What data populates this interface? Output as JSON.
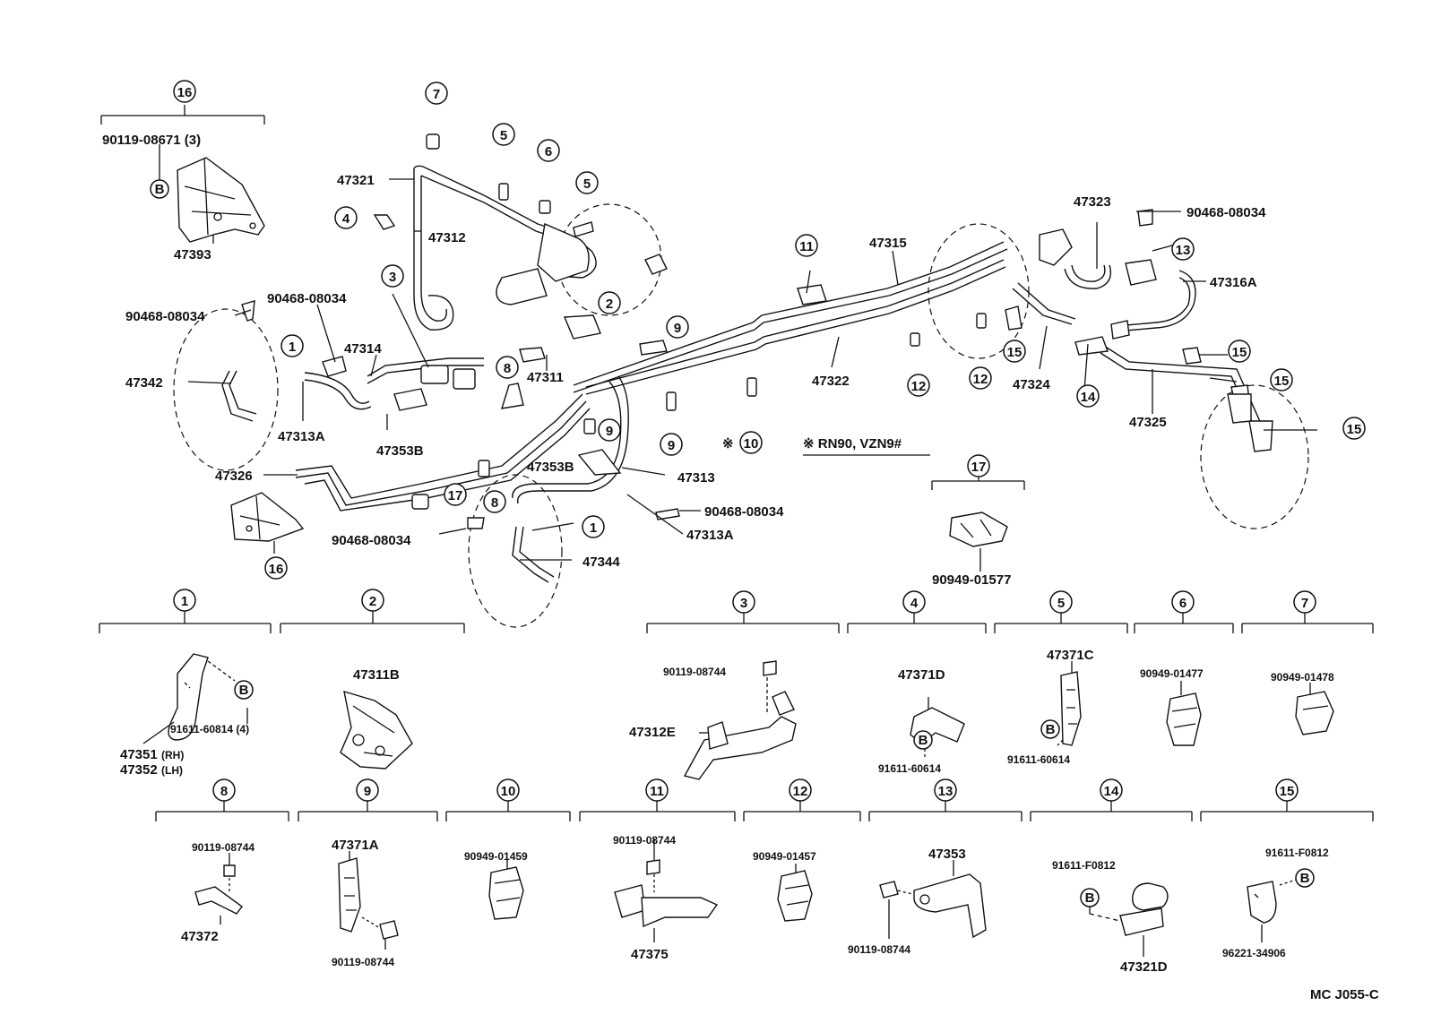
{
  "diagram_code": "MC  J055-C",
  "note": "※ RN90, VZN9#",
  "note_marker": "※",
  "callouts": [
    "1",
    "2",
    "3",
    "4",
    "5",
    "6",
    "7",
    "8",
    "9",
    "10",
    "11",
    "12",
    "13",
    "14",
    "15",
    "16",
    "17"
  ],
  "main_labels": {
    "p47321": "47321",
    "p47312": "47312",
    "p47393": "47393",
    "p90119_08671": "90119-08671 (3)",
    "p90468_a": "90468-08034",
    "p90468_b": "90468-08034",
    "p90468_c": "90468-08034",
    "p90468_d": "90468-08034",
    "p90468_e": "90468-08034",
    "p47342": "47342",
    "p47314": "47314",
    "p47313A_a": "47313A",
    "p47353B_a": "47353B",
    "p47311": "47311",
    "p47326": "47326",
    "p47353B_b": "47353B",
    "p47313": "47313",
    "p47313A_b": "47313A",
    "p47344": "47344",
    "p47315": "47315",
    "p47322": "47322",
    "p47323": "47323",
    "p47316A": "47316A",
    "p47324": "47324",
    "p47325": "47325",
    "p90949_01577": "90949-01577"
  },
  "group_labels": {
    "g1_a": "47351",
    "g1_a_side": "(RH)",
    "g1_b": "47352",
    "g1_b_side": "(LH)",
    "g1_bolt": "91611-60814 (4)",
    "g2": "47311B",
    "g3_bolt": "90119-08744",
    "g3_part": "47312E",
    "g4_part": "47371D",
    "g4_bolt": "91611-60614",
    "g5_part": "47371C",
    "g5_bolt": "91611-60614",
    "g6": "90949-01477",
    "g7": "90949-01478",
    "g8_bolt": "90119-08744",
    "g8_part": "47372",
    "g9_part": "47371A",
    "g9_bolt": "90119-08744",
    "g10": "90949-01459",
    "g11_bolt": "90119-08744",
    "g11_part": "47375",
    "g12": "90949-01457",
    "g13_part": "47353",
    "g13_bolt": "90119-08744",
    "g14_bolt": "91611-F0812",
    "g14_part": "47321D",
    "g15_bolt": "91611-F0812",
    "g15_part": "96221-34906"
  },
  "bolt_marker": "B"
}
